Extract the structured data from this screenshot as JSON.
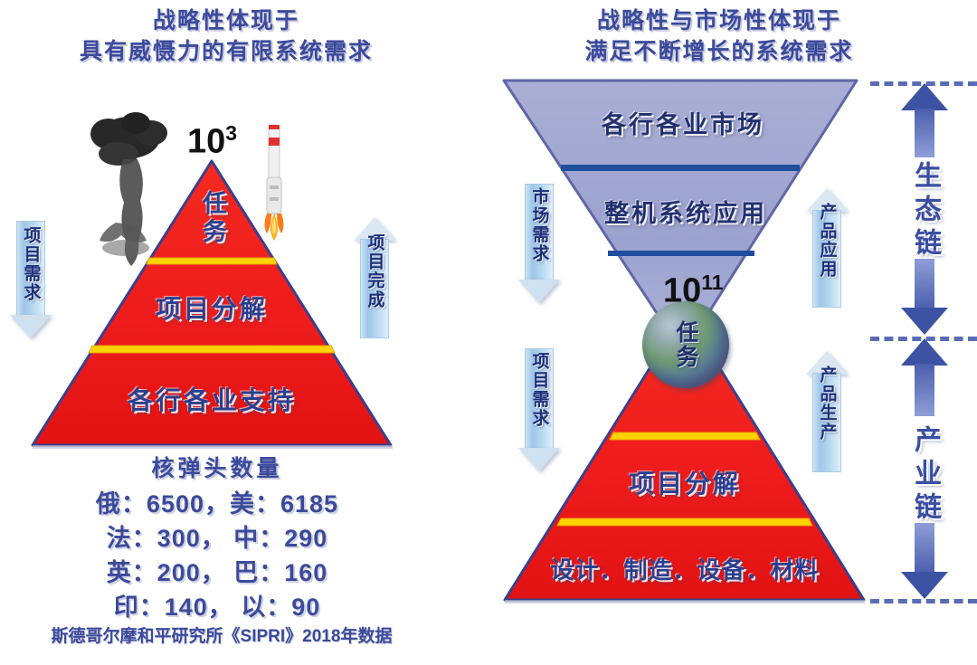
{
  "titles": {
    "left": "战略性体现于\n具有威慑力的有限系统需求",
    "right": "战略性与市场性体现于\n满足不断增长的系统需求"
  },
  "left_diagram": {
    "exponent_base": "10",
    "exponent_power": "3",
    "pyramid_levels": [
      {
        "label": "任务",
        "orientation": "vertical"
      },
      {
        "label": "项目分解",
        "orientation": "horizontal"
      },
      {
        "label": "各行各业支持",
        "orientation": "horizontal"
      }
    ],
    "left_arrow": {
      "label": "项目需求",
      "direction": "down"
    },
    "right_arrow": {
      "label": "项目完成",
      "direction": "up"
    },
    "icons": {
      "explosion": "mushroom-cloud-icon",
      "rocket": "rocket-icon"
    }
  },
  "left_stats": {
    "title": "核弹头数量",
    "rows": [
      "俄：6500，美：6185",
      "法：300，  中：290",
      "英：200，  巴：160",
      "印：140，  以：90"
    ],
    "source": "斯德哥尔摩和平研究所《SIPRI》2018年数据"
  },
  "right_diagram": {
    "exponent_base": "10",
    "exponent_power": "11",
    "inverted_levels": [
      {
        "label": "各行各业市场"
      },
      {
        "label": "整机系统应用"
      }
    ],
    "core": {
      "label": "任务"
    },
    "pyramid_levels": [
      {
        "label": "项目分解"
      },
      {
        "label": "设计．制造．设备．材料"
      }
    ],
    "left_arrows": [
      {
        "label": "市场需求",
        "direction": "down"
      },
      {
        "label": "项目需求",
        "direction": "down"
      }
    ],
    "right_arrows": [
      {
        "label": "产品应用",
        "direction": "up"
      },
      {
        "label": "产品生产",
        "direction": "up"
      }
    ]
  },
  "right_column": {
    "chains": [
      {
        "label": "生态链"
      },
      {
        "label": "产业链"
      }
    ]
  },
  "colors": {
    "red": "#ee1c1c",
    "yellow": "#ffd400",
    "lavender": "#9fa6d0",
    "blue_divider": "#1e4e9c",
    "title_blue": "#3b4a9b",
    "outline": "#3b3f8c"
  }
}
